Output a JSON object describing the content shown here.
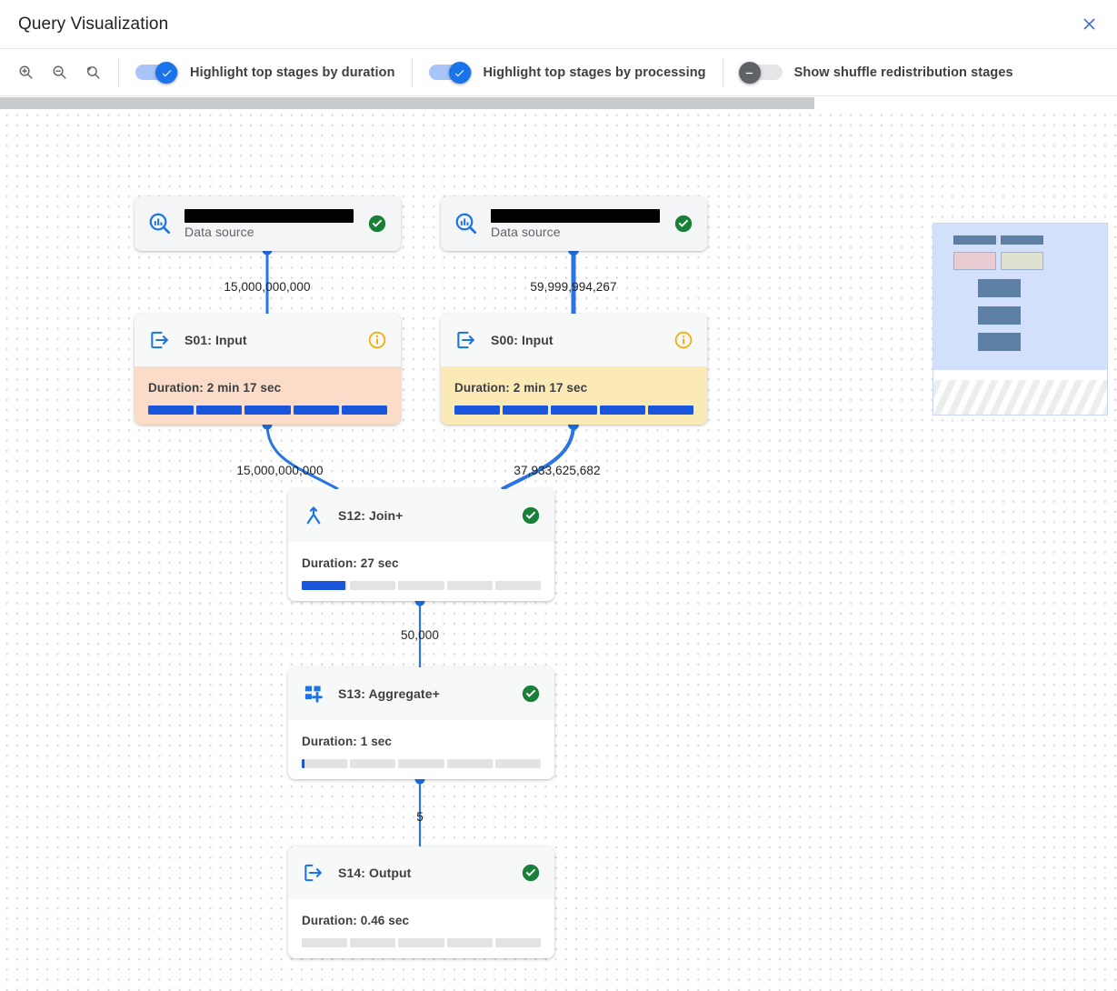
{
  "header": {
    "title": "Query Visualization",
    "close_icon": "close-icon"
  },
  "toolbar": {
    "zoom_in_icon": "zoom-in-icon",
    "zoom_out_icon": "zoom-out-icon",
    "zoom_reset_icon": "zoom-reset-icon",
    "toggles": [
      {
        "label": "Highlight top stages by duration",
        "state": "on"
      },
      {
        "label": "Highlight top stages by processing",
        "state": "on"
      },
      {
        "label": "Show shuffle redistribution stages",
        "state": "off"
      }
    ]
  },
  "graph": {
    "nodes": [
      {
        "id": "ds-left",
        "kind": "datasource",
        "icon": "data-source-search-icon",
        "title": "",
        "title_redacted": true,
        "subtitle": "Data source",
        "status": "success",
        "status_icon": "check-circle-icon"
      },
      {
        "id": "ds-right",
        "kind": "datasource",
        "icon": "data-source-search-icon",
        "title": "",
        "title_redacted": true,
        "subtitle": "Data source",
        "status": "success",
        "status_icon": "check-circle-icon"
      },
      {
        "id": "s01",
        "kind": "stage",
        "icon": "input-arrow-icon",
        "title": "S01: Input",
        "status": "info",
        "status_icon": "info-circle-icon",
        "duration_label": "Duration: 2 min 17 sec",
        "progress_percent": 100,
        "highlight": "orange"
      },
      {
        "id": "s00",
        "kind": "stage",
        "icon": "input-arrow-icon",
        "title": "S00: Input",
        "status": "info",
        "status_icon": "info-circle-icon",
        "duration_label": "Duration: 2 min 17 sec",
        "progress_percent": 100,
        "highlight": "yellow"
      },
      {
        "id": "s12",
        "kind": "stage",
        "icon": "join-merge-icon",
        "title": "S12: Join+",
        "status": "success",
        "status_icon": "check-circle-icon",
        "duration_label": "Duration: 27 sec",
        "progress_percent": 19.5,
        "highlight": "none"
      },
      {
        "id": "s13",
        "kind": "stage",
        "icon": "aggregate-plus-icon",
        "title": "S13: Aggregate+",
        "status": "success",
        "status_icon": "check-circle-icon",
        "duration_label": "Duration: 1 sec",
        "progress_percent": 0.9,
        "highlight": "none"
      },
      {
        "id": "s14",
        "kind": "stage",
        "icon": "output-arrow-icon",
        "title": "S14: Output",
        "status": "success",
        "status_icon": "check-circle-icon",
        "duration_label": "Duration: 0.46 sec",
        "progress_percent": 0,
        "highlight": "none"
      }
    ],
    "edges": [
      {
        "from": "ds-left",
        "to": "s01",
        "label": "15,000,000,000"
      },
      {
        "from": "ds-right",
        "to": "s00",
        "label": "59,999,994,267"
      },
      {
        "from": "s01",
        "to": "s12",
        "label": "15,000,000,000"
      },
      {
        "from": "s00",
        "to": "s12",
        "label": "37,933,625,682"
      },
      {
        "from": "s12",
        "to": "s13",
        "label": "50,000"
      },
      {
        "from": "s13",
        "to": "s14",
        "label": "5"
      }
    ]
  },
  "minimap": {
    "name": "graph-minimap"
  },
  "colors": {
    "accent_blue": "#1a73e8",
    "edge_blue": "#1a73e8",
    "success_green": "#188038",
    "info_orange": "#f9ab00",
    "highlight_orange": "#fadcc8",
    "highlight_yellow": "#fbe9b6",
    "progress_blue": "#1a56db"
  }
}
